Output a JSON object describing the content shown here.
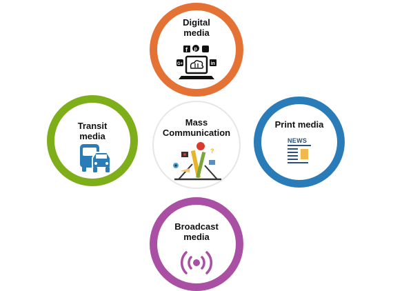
{
  "center": {
    "label": "Mass\nCommunication",
    "icon": "megaphone-hands-icon"
  },
  "nodes": {
    "digital": {
      "label": "Digital\nmedia",
      "color": "#e57235",
      "icon": "laptop-social-icon"
    },
    "transit": {
      "label": "Transit\nmedia",
      "color": "#7fae1b",
      "icon": "bus-car-icon"
    },
    "print": {
      "label": "Print media",
      "color": "#2a7cb8",
      "icon": "newspaper-icon",
      "newspaper_text": "NEWS"
    },
    "broadcast": {
      "label": "Broadcast\nmedia",
      "color": "#a94fa4",
      "icon": "broadcast-signal-icon"
    }
  }
}
